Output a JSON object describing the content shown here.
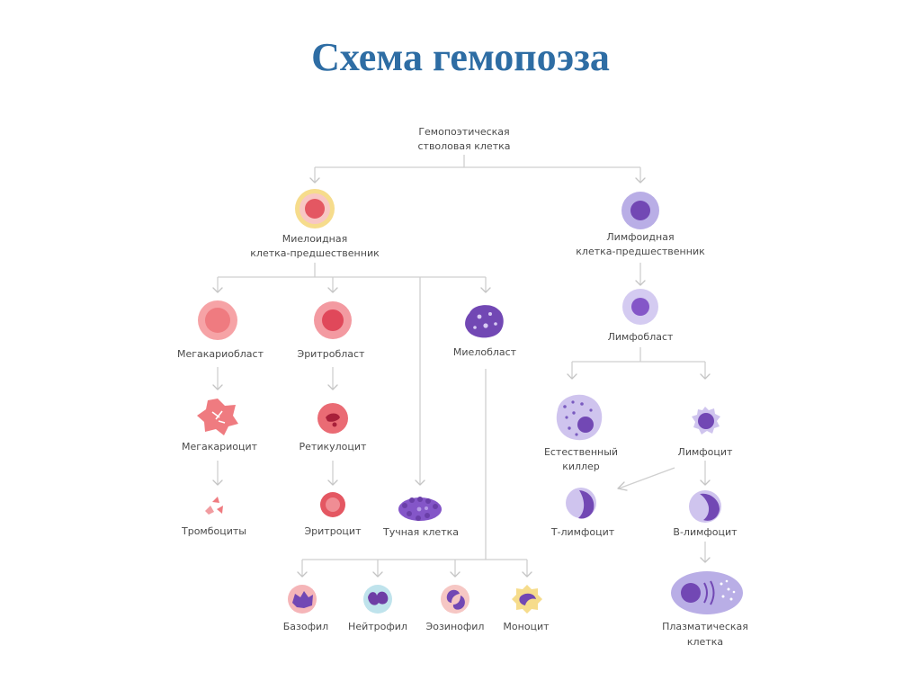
{
  "title": "Схема гемопоэза",
  "colors": {
    "title": "#2e6da4",
    "red": "#e45762",
    "red_light": "#f7c9c9",
    "purple": "#7248b4",
    "purple_light": "#cdc2ec",
    "yellow": "#f6dc8c",
    "line": "#cfcfcf"
  },
  "labels": {
    "hsc_1": "Гемопоэтическая",
    "hsc_2": "стволовая клетка",
    "myeloid_1": "Миелоидная",
    "myeloid_2": "клетка-предшественник",
    "lymphoid_1": "Лимфоидная",
    "lymphoid_2": "клетка-предшественник",
    "megakaryoblast": "Мегакариобласт",
    "erythroblast": "Эритробласт",
    "myeloblast": "Миелобласт",
    "lymphoblast": "Лимфобласт",
    "megakaryocyte": "Мегакариоцит",
    "reticulocyte": "Ретикулоцит",
    "nk_1": "Естественный",
    "nk_2": "киллер",
    "lymphocyte": "Лимфоцит",
    "platelets": "Тромбоциты",
    "erythrocyte": "Эритроцит",
    "mast_cell": "Тучная клетка",
    "t_lymphocyte": "Т-лимфоцит",
    "b_lymphocyte": "В-лимфоцит",
    "basophil": "Базофил",
    "neutrophil": "Нейтрофил",
    "eosinophil": "Эозинофил",
    "monocyte": "Моноцит",
    "plasma_1": "Плазматическая",
    "plasma_2": "клетка"
  }
}
